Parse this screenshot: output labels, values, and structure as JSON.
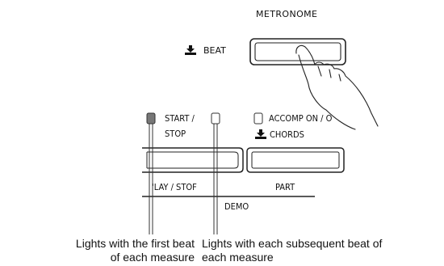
{
  "metronome": {
    "title": "METRONOME",
    "beat_label": "BEAT",
    "beat_icon": "hold-down-icon"
  },
  "panel": {
    "start_label_line1": "START /",
    "start_label_line2": "STOP",
    "accomp_label": "ACCOMP ON / O",
    "chords_label": "CHORDS",
    "chords_icon": "hold-down-icon",
    "play_stop_label": "'LAY / STOF",
    "part_label": "PART",
    "demo_label": "DEMO"
  },
  "captions": {
    "first_beat": [
      "Lights with the first beat",
      "of each measure"
    ],
    "subsequent_beat": [
      "Lights with each subsequent beat of",
      "each measure"
    ]
  },
  "colors": {
    "line": "#222222",
    "lamp_lit": "#777777",
    "background": "#ffffff"
  }
}
